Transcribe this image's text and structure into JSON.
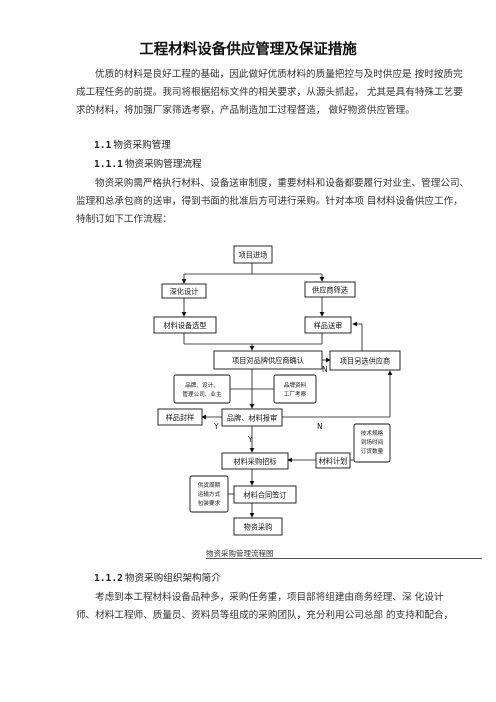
{
  "doc": {
    "title": "工程材料设备供应管理及保证措施",
    "intro_lines": [
      "优质的材料是良好工程的基础，因此做好优质材料的质量把控与及时供应是 按时按质完",
      "成工程任务的前提。我司将根据招标文件的相关要求，从源头抓起， 尤其是具有特殊工艺要",
      "求的材料，将加强厂家筛选考察，产品制造加工过程督造， 做好物资供应管理。"
    ],
    "h1": {
      "num": "1.1",
      "text": "物资采购管理"
    },
    "h2": {
      "num": "1.1.1",
      "text": "物资采购管理流程"
    },
    "flow_para_lines": [
      "物资采购需严格执行材料、设备送审制度，重要材料和设备都要履行对业主、管理公司、",
      "监理和总承包商的送审，得到书面的批准后方可进行采购。针对本项 目材料设备供应工作，",
      "特制订如下工作流程："
    ],
    "h3": {
      "num": "1.1.2",
      "text": "物资采购组织架构简介"
    },
    "org_para_lines": [
      "考虑到本工程材料设备品种多，采购任务重，项目部将组建由商务经理、深 化设计",
      "师、材料工程师、质量员、资料员等组成的采购团队，充分利用公司总部 的支持和配合，"
    ]
  },
  "flowchart": {
    "caption": "物资采购管理流程图",
    "nodes": {
      "project_bid": "项目进场",
      "deepen_design": "深化设计",
      "supplier_screen": "供应商筛选",
      "material_select": "材料设备选型",
      "sample_review": "样品送审",
      "brand_confirm": "项目对品牌供应商确认",
      "alt_supplier": "项目另选供应商",
      "note_parties": [
        "品牌、设计、",
        "管理公司、业主"
      ],
      "note_inspect": [
        "品牌资料",
        "工厂考察"
      ],
      "sample_seal": "样品封样",
      "brand_review": "品牌、材料报审",
      "procure_bid": "材料采购招标",
      "material_plan": "材料计划",
      "note_tech": [
        "技术规格",
        "到场时间",
        "订货数量"
      ],
      "note_supply": [
        "供货周期",
        "运输方式",
        "包装要求"
      ],
      "contract_sign": "材料合同签订",
      "purchase": "物资采购"
    },
    "labels": {
      "yes": "Y",
      "no": "N"
    }
  }
}
